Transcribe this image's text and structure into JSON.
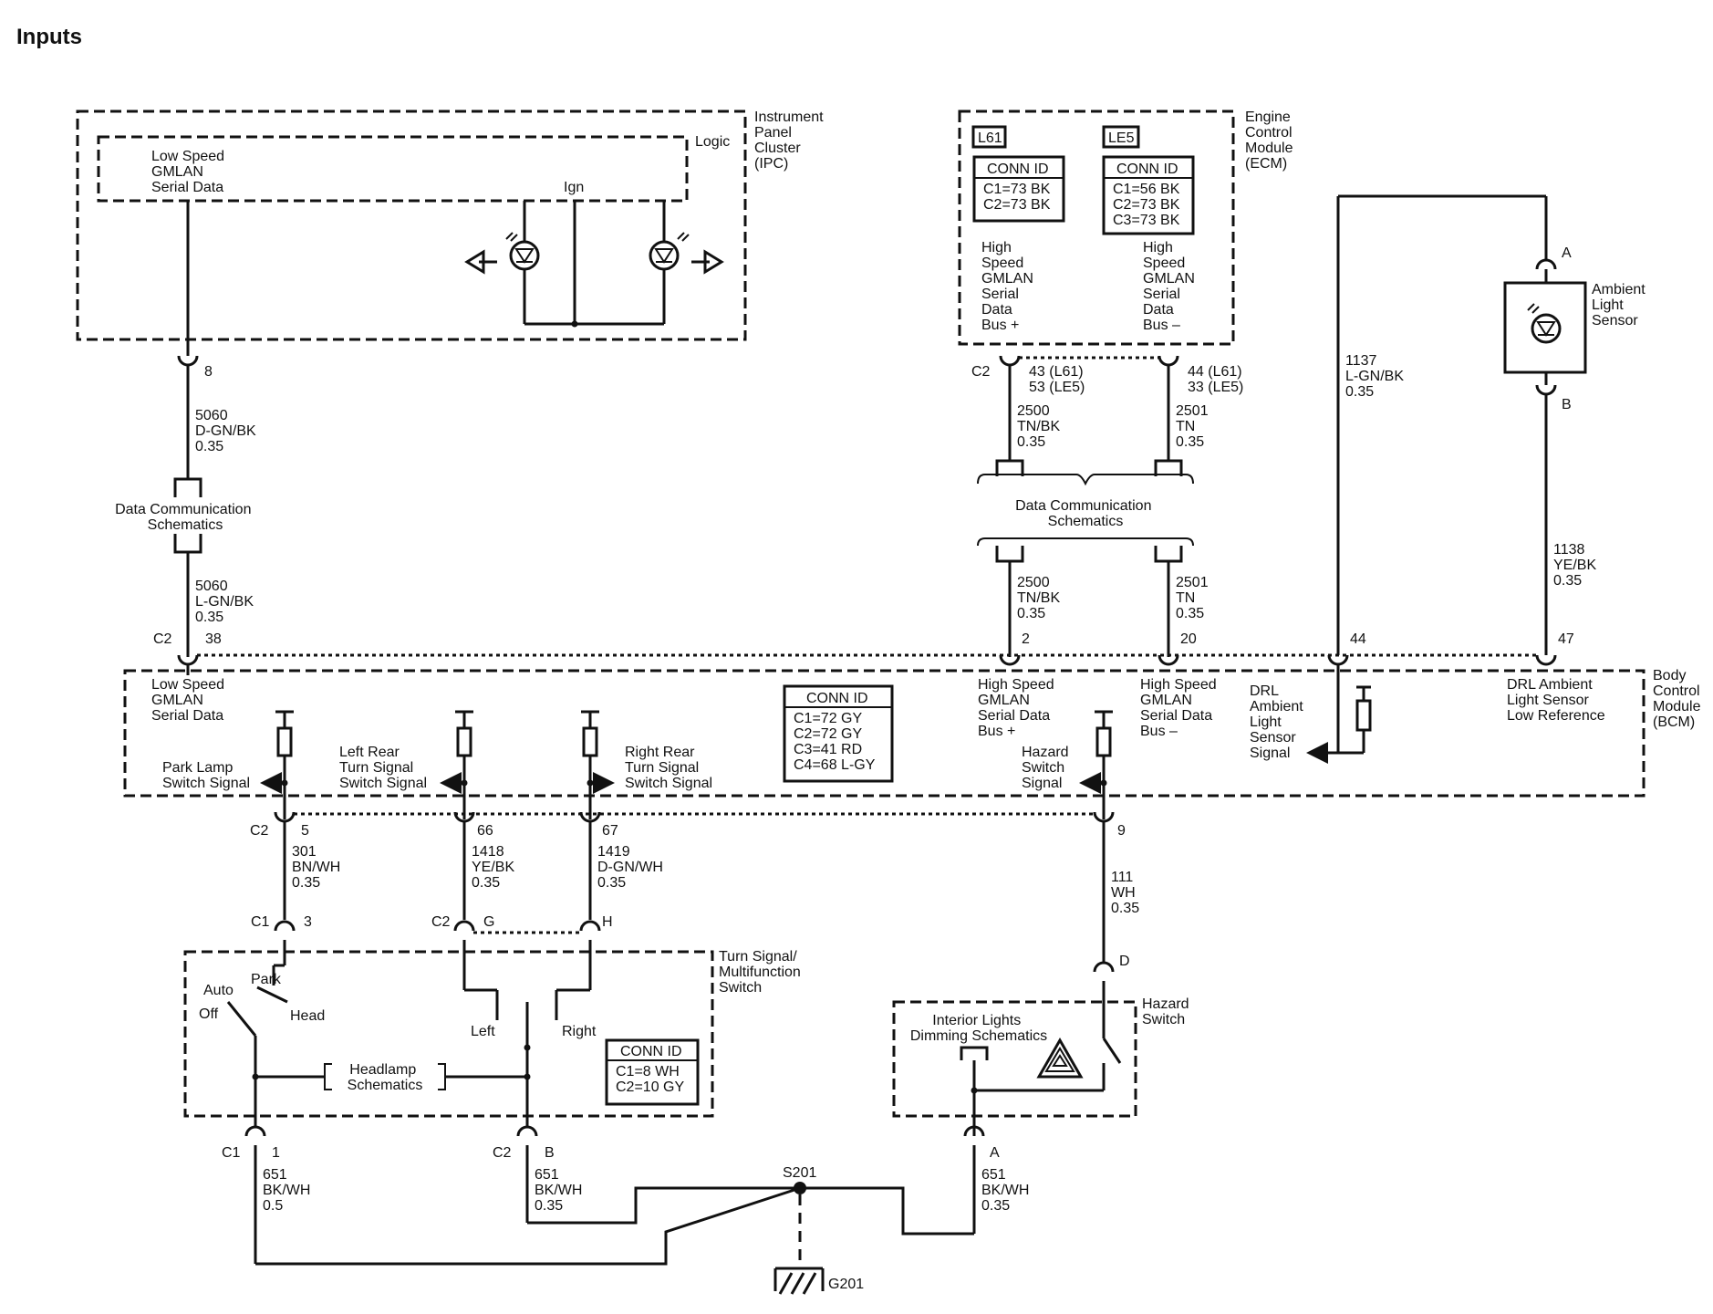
{
  "title": "Inputs",
  "ipc": {
    "name": [
      "Instrument",
      "Panel",
      "Cluster",
      "(IPC)"
    ],
    "logic": "Logic",
    "serial": [
      "Low Speed",
      "GMLAN",
      "Serial Data"
    ],
    "ign": "Ign",
    "pin": "8"
  },
  "wire_5060_upper": [
    "5060",
    "D-GN/BK",
    "0.35"
  ],
  "wire_5060_lower": [
    "5060",
    "L-GN/BK",
    "0.35"
  ],
  "data_comm_left": [
    "Data Communication",
    "Schematics"
  ],
  "data_comm_right": [
    "Data Communication",
    "Schematics"
  ],
  "ecm": {
    "name": [
      "Engine",
      "Control",
      "Module",
      "(ECM)"
    ],
    "l61": {
      "tag": "L61",
      "conn_title": "CONN ID",
      "conn": [
        "C1=73 BK",
        "C2=73 BK"
      ]
    },
    "le5": {
      "tag": "LE5",
      "conn_title": "CONN ID",
      "conn": [
        "C1=56 BK",
        "C2=73 BK",
        "C3=73 BK"
      ]
    },
    "bus_plus": [
      "High",
      "Speed",
      "GMLAN",
      "Serial",
      "Data",
      "Bus +"
    ],
    "bus_minus": [
      "High",
      "Speed",
      "GMLAN",
      "Serial",
      "Data",
      "Bus –"
    ],
    "c2": "C2",
    "pins_plus": [
      "43 (L61)",
      "53 (LE5)"
    ],
    "pins_minus": [
      "44 (L61)",
      "33 (LE5)"
    ]
  },
  "wire_2500_upper": [
    "2500",
    "TN/BK",
    "0.35"
  ],
  "wire_2501_upper": [
    "2501",
    "TN",
    "0.35"
  ],
  "wire_2500_lower": [
    "2500",
    "TN/BK",
    "0.35"
  ],
  "wire_2501_lower": [
    "2501",
    "TN",
    "0.35"
  ],
  "ambient_sensor": {
    "name": [
      "Ambient",
      "Light",
      "Sensor"
    ],
    "pin_a": "A",
    "pin_b": "B"
  },
  "wire_1137": [
    "1137",
    "L-GN/BK",
    "0.35"
  ],
  "wire_1138": [
    "1138",
    "YE/BK",
    "0.35"
  ],
  "bcm": {
    "name": [
      "Body",
      "Control",
      "Module",
      "(BCM)"
    ],
    "c2_top": "C2",
    "pins_top": {
      "p38": "38",
      "p2": "2",
      "p20": "20",
      "p44": "44",
      "p47": "47"
    },
    "low_speed": [
      "Low Speed",
      "GMLAN",
      "Serial Data"
    ],
    "hs_plus": [
      "High Speed",
      "GMLAN",
      "Serial Data",
      "Bus +"
    ],
    "hs_minus": [
      "High Speed",
      "GMLAN",
      "Serial Data",
      "Bus –"
    ],
    "drl_sensor": [
      "DRL",
      "Ambient",
      "Light",
      "Sensor",
      "Signal"
    ],
    "drl_low_ref": [
      "DRL Ambient",
      "Light Sensor",
      "Low Reference"
    ],
    "conn_title": "CONN ID",
    "conn": [
      "C1=72 GY",
      "C2=72 GY",
      "C3=41 RD",
      "C4=68 L-GY"
    ],
    "park": [
      "Park Lamp",
      "Switch Signal"
    ],
    "left_rear": [
      "Left Rear",
      "Turn Signal",
      "Switch Signal"
    ],
    "right_rear": [
      "Right Rear",
      "Turn Signal",
      "Switch Signal"
    ],
    "hazard": [
      "Hazard",
      "Switch",
      "Signal"
    ],
    "c2_bottom": "C2",
    "pins_bottom": {
      "p5": "5",
      "p66": "66",
      "p67": "67",
      "p9": "9"
    }
  },
  "wire_301": [
    "301",
    "BN/WH",
    "0.35"
  ],
  "wire_1418": [
    "1418",
    "YE/BK",
    "0.35"
  ],
  "wire_1419": [
    "1419",
    "D-GN/WH",
    "0.35"
  ],
  "wire_111": [
    "111",
    "WH",
    "0.35"
  ],
  "turn_switch": {
    "name": [
      "Turn Signal/",
      "Multifunction",
      "Switch"
    ],
    "c1": "C1",
    "p3": "3",
    "c2": "C2",
    "pg": "G",
    "ph": "H",
    "auto": "Auto",
    "park": "Park",
    "off": "Off",
    "head": "Head",
    "left": "Left",
    "right": "Right",
    "headlamp": [
      "Headlamp",
      "Schematics"
    ],
    "conn_title": "CONN ID",
    "conn": [
      "C1=8 WH",
      "C2=10 GY"
    ]
  },
  "hazard_switch": {
    "name": [
      "Hazard",
      "Switch"
    ],
    "pin_d": "D",
    "dimming": [
      "Interior Lights",
      "Dimming Schematics"
    ],
    "pin_a": "A"
  },
  "bottom": {
    "c1": "C1",
    "p1": "1",
    "c2": "C2",
    "pb": "B",
    "wire_a": [
      "651",
      "BK/WH",
      "0.5"
    ],
    "wire_b": [
      "651",
      "BK/WH",
      "0.35"
    ],
    "wire_c": [
      "651",
      "BK/WH",
      "0.35"
    ],
    "splice": "S201",
    "ground": "G201"
  }
}
